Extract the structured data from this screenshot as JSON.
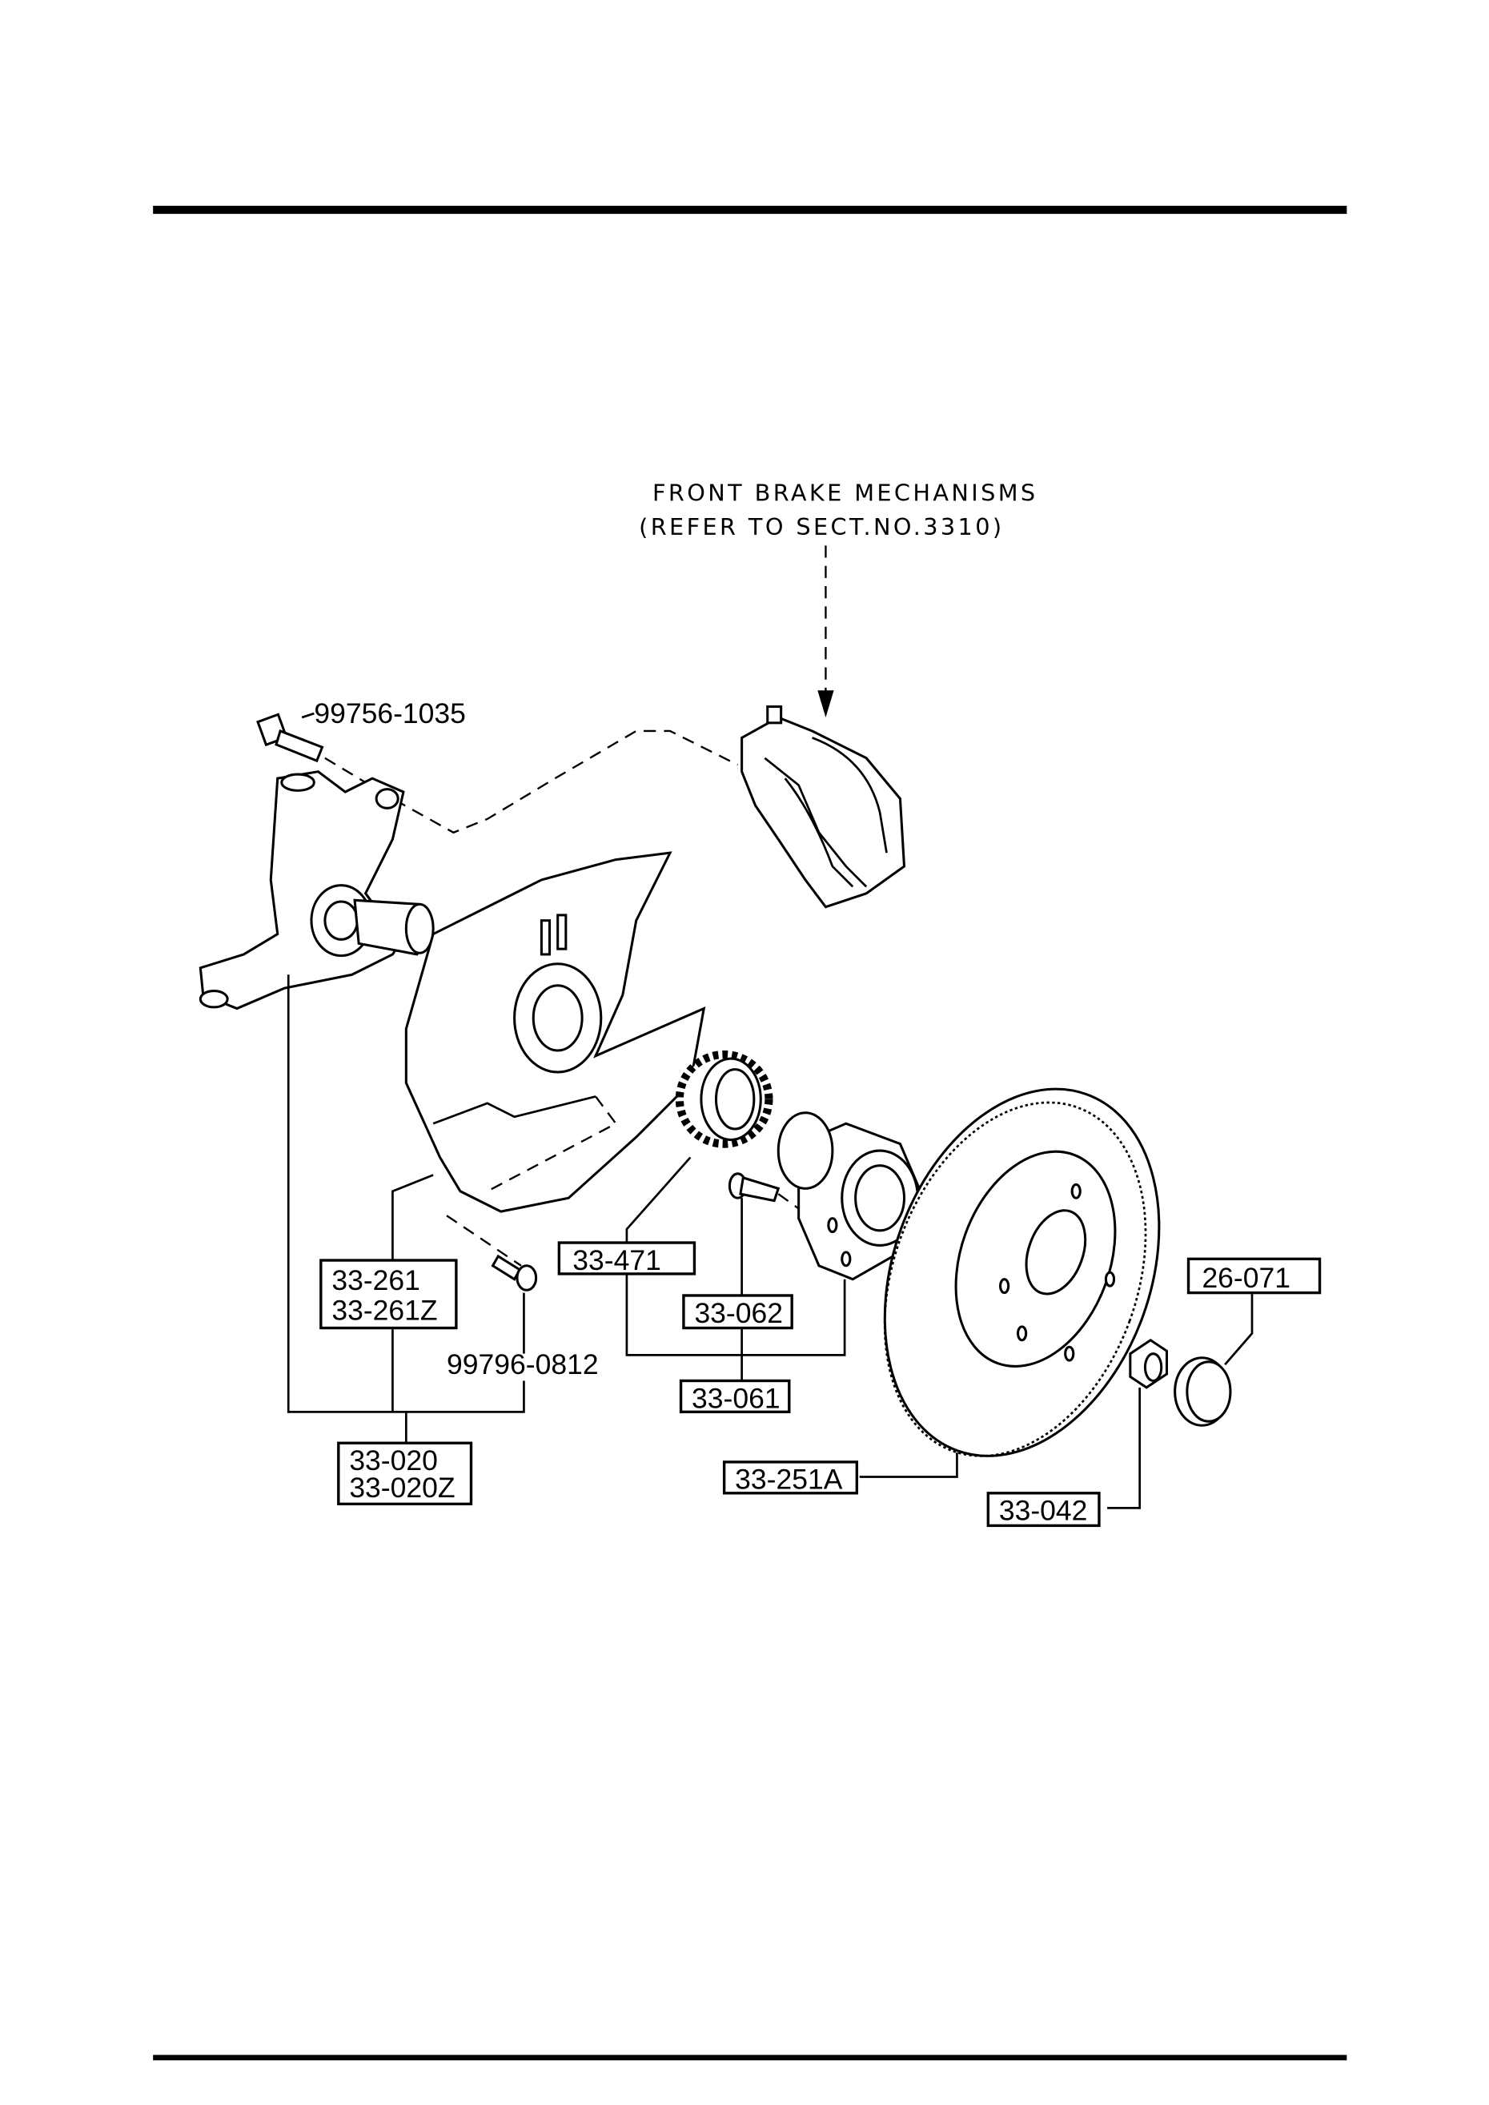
{
  "title": {
    "line1": "FRONT BRAKE MECHANISMS",
    "line2": "(REFER TO SECT.NO.3310)"
  },
  "callouts": {
    "bolt_upper": "99756-1035",
    "bolt_lower": "99796-0812",
    "dust_shield": [
      "33-261",
      "33-261Z"
    ],
    "knuckle_assy": [
      "33-020",
      "33-020Z"
    ],
    "sensor_rotor": "33-471",
    "hub_bolt": "33-062",
    "hub": "33-061",
    "disc": "33-251A",
    "nut": "33-042",
    "cap": "26-071"
  }
}
